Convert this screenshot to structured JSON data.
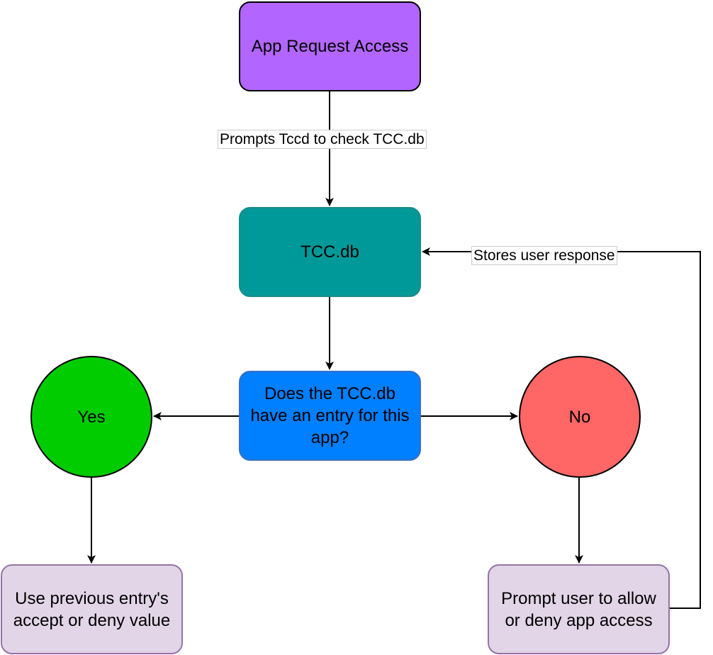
{
  "nodes": {
    "app_request": {
      "label": "App Request Access",
      "color": "#b266ff"
    },
    "tcc_db": {
      "label": "TCC.db",
      "color": "#009999"
    },
    "decision": {
      "label": "Does the TCC.db have an entry for this app?",
      "color": "#007fff"
    },
    "yes": {
      "label": "Yes",
      "color": "#00cc00"
    },
    "no": {
      "label": "No",
      "color": "#ff6666"
    },
    "use_previous": {
      "label": "Use previous entry's accept or deny value",
      "color": "#e1d5e7"
    },
    "prompt_user": {
      "label": "Prompt user to allow or deny app access",
      "color": "#e1d5e7"
    }
  },
  "edges": {
    "app_to_tcc": {
      "label": "Prompts Tccd to check TCC.db"
    },
    "prompt_to_tcc": {
      "label": "Stores user response"
    }
  },
  "colors": {
    "line": "#000000",
    "border": "#000000"
  }
}
